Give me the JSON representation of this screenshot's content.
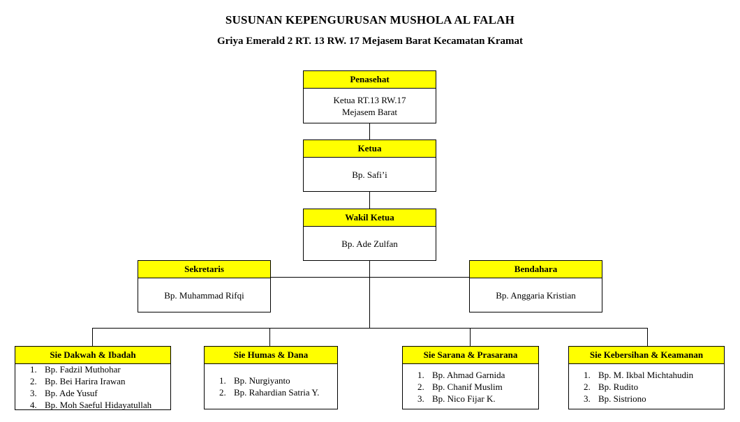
{
  "header": {
    "title": "SUSUNAN KEPENGURUSAN MUSHOLA AL FALAH",
    "subtitle": "Griya Emerald 2 RT. 13 RW. 17 Mejasem Barat Kecamatan Kramat"
  },
  "colors": {
    "header_fill": "#ffff00",
    "border": "#000000"
  },
  "penasehat": {
    "title": "Penasehat",
    "line1": "Ketua RT.13 RW.17",
    "line2": "Mejasem Barat"
  },
  "ketua": {
    "title": "Ketua",
    "name": "Bp. Safi’i"
  },
  "wakil": {
    "title": "Wakil Ketua",
    "name": "Bp. Ade Zulfan"
  },
  "sekretaris": {
    "title": "Sekretaris",
    "name": "Bp. Muhammad Rifqi"
  },
  "bendahara": {
    "title": "Bendahara",
    "name": "Bp. Anggaria Kristian"
  },
  "sie_dakwah": {
    "title": "Sie Dakwah & Ibadah",
    "members": [
      "Bp. Fadzil Muthohar",
      "Bp. Bei Harira Irawan",
      "Bp. Ade Yusuf",
      "Bp. Moh Saeful Hidayatullah"
    ]
  },
  "sie_humas": {
    "title": "Sie Humas & Dana",
    "members": [
      "Bp. Nurgiyanto",
      "Bp. Rahardian Satria Y."
    ]
  },
  "sie_sarana": {
    "title": "Sie Sarana & Prasarana",
    "members": [
      "Bp. Ahmad Garnida",
      "Bp. Chanif Muslim",
      "Bp. Nico Fijar K."
    ]
  },
  "sie_kebersihan": {
    "title": "Sie Kebersihan & Keamanan",
    "members": [
      "Bp. M. Ikbal Michtahudin",
      "Bp. Rudito",
      "Bp. Sistriono"
    ]
  }
}
